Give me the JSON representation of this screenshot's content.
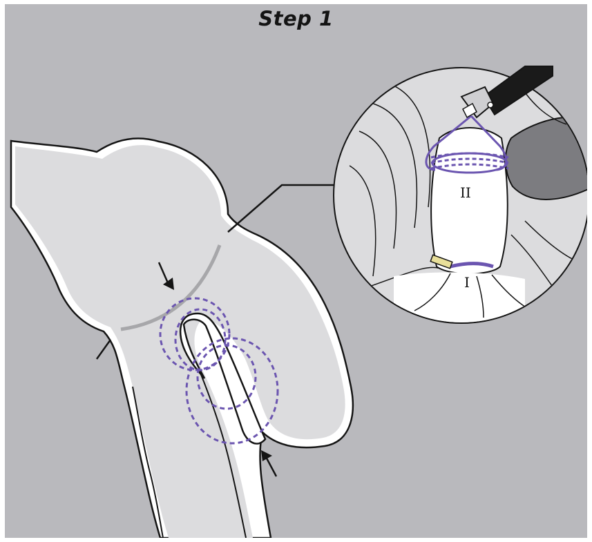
{
  "title": "Step 1",
  "labels": {
    "upper_purse_string": "II",
    "lower_purse_string": "I"
  },
  "colors": {
    "background": "#b9b9bd",
    "tissue": "#dcdcde",
    "suture": "#6b55b0",
    "outline": "#141414",
    "lumen_dark": "#7c7c80"
  }
}
